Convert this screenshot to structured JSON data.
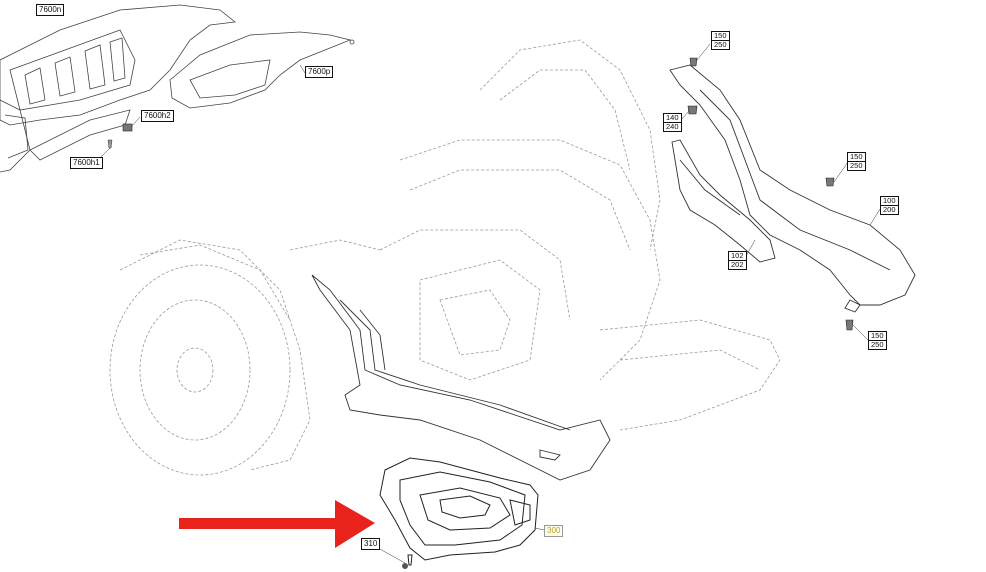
{
  "callouts": {
    "c7600n": "7600n",
    "c7600p": "7600p",
    "c7600h2": "7600h2",
    "c7600h1": "7600h1",
    "c150_250_top": [
      "150",
      "250"
    ],
    "c140_240": [
      "140",
      "240"
    ],
    "c150_250_mid": [
      "150",
      "250"
    ],
    "c100_200": [
      "100",
      "200"
    ],
    "c102_202": [
      "102",
      "202"
    ],
    "c150_250_bottom": [
      "150",
      "250"
    ],
    "c310": "310",
    "c300": "300"
  },
  "colors": {
    "line": "#8a8a8a",
    "dark_line": "#333333",
    "arrow": "#e8231c",
    "highlight_text": "#b8a13a"
  }
}
